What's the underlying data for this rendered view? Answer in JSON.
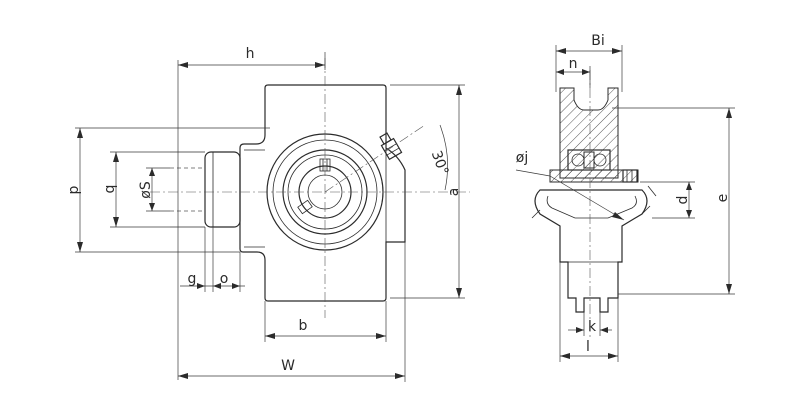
{
  "front_view": {
    "labels": {
      "h": "h",
      "p": "p",
      "q": "q",
      "phi_s": "øS",
      "a": "a",
      "angle": "30°",
      "g": "g",
      "o": "o",
      "b": "b",
      "w": "W"
    }
  },
  "side_view": {
    "labels": {
      "bi": "Bi",
      "n": "n",
      "phi_j": "øj",
      "d": "d",
      "e": "e",
      "k": "k",
      "l": "l"
    }
  }
}
